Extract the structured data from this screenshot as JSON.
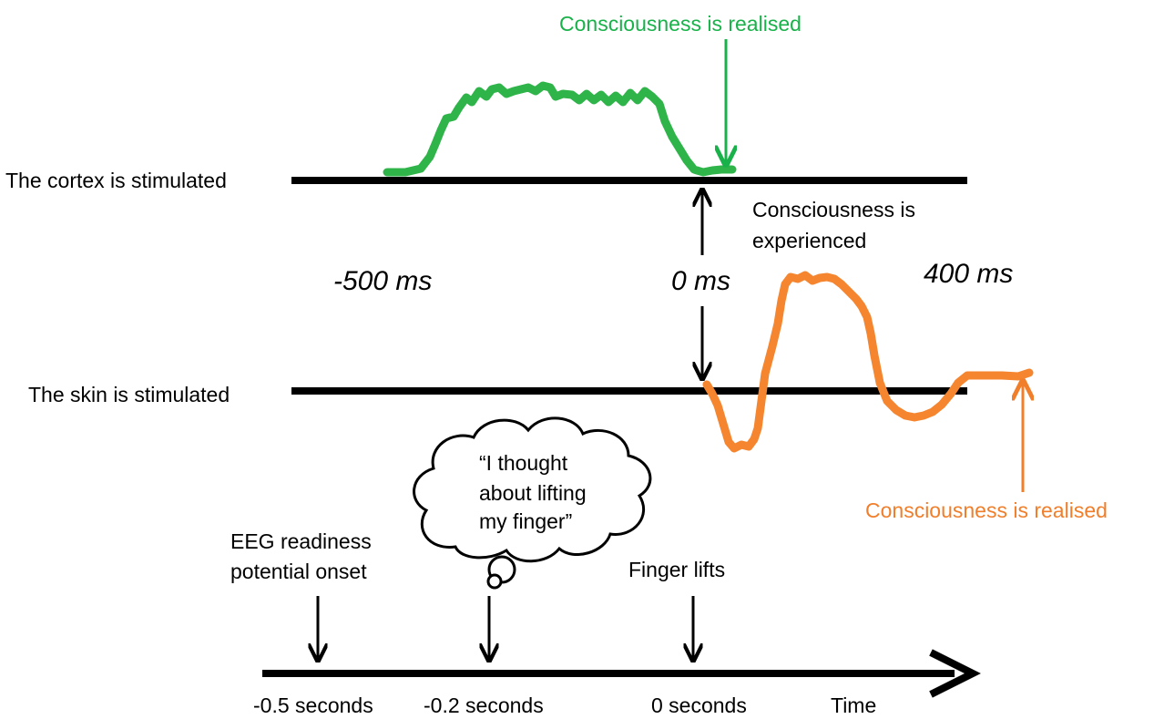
{
  "labels": {
    "cortex_row": "The cortex is stimulated",
    "skin_row": "The skin is stimulated",
    "consciousness_realised_top": "Consciousness is realised",
    "consciousness_experienced_line1": "Consciousness is",
    "consciousness_experienced_line2": "experienced",
    "minus_500_ms": "-500 ms",
    "zero_ms": "0 ms",
    "plus_400_ms": "400 ms",
    "consciousness_realised_bottom": "Consciousness is realised",
    "thought_line1": "“I thought",
    "thought_line2": "about lifting",
    "thought_line3": "my finger”",
    "eeg_line1": "EEG readiness",
    "eeg_line2": "potential onset",
    "finger_lifts": "Finger lifts",
    "tick_minus_05": "-0.5 seconds",
    "tick_minus_02": "-0.2 seconds",
    "tick_zero": "0 seconds",
    "axis_time": "Time"
  },
  "colors": {
    "cortex_trace": "#2fb44a",
    "skin_trace": "#f5852e",
    "green_text": "#19b24a",
    "orange_text": "#f07e2a",
    "lines": "#000000"
  }
}
